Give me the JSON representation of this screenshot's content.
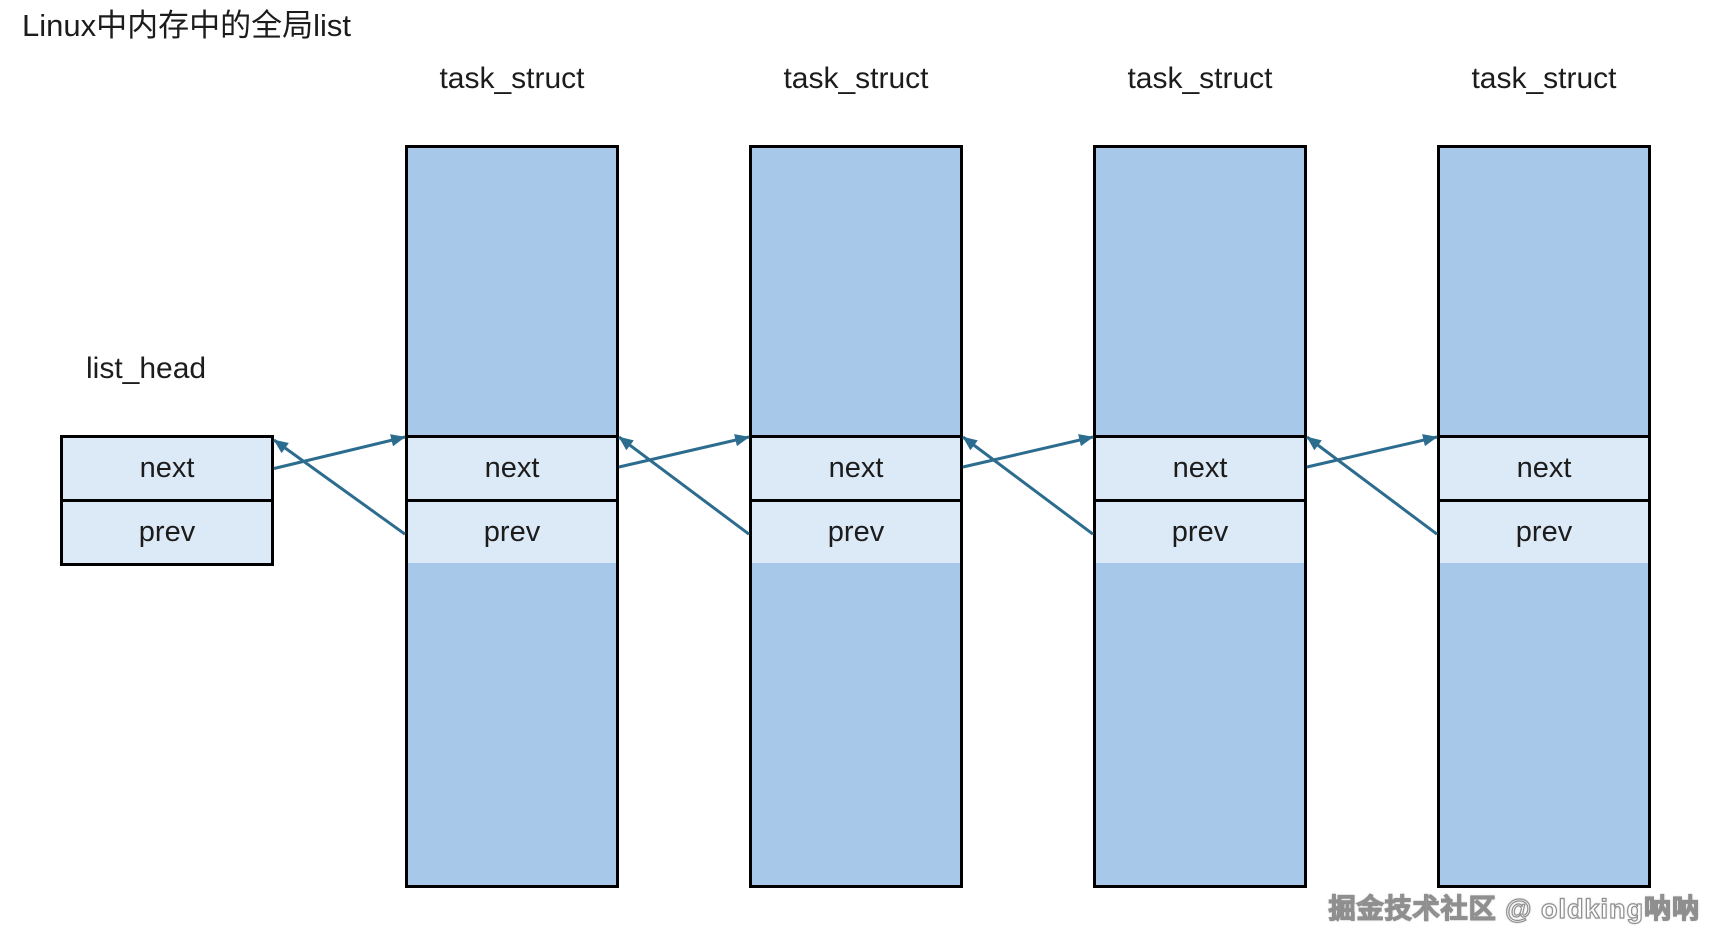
{
  "title": "Linux中内存中的全局list",
  "watermark": "掘金技术社区 @ oldking呐呐",
  "list_head": {
    "id": "list_head",
    "label": "list_head",
    "next_label": "next",
    "prev_label": "prev"
  },
  "nodes": [
    {
      "id": "task_struct_1",
      "label": "task_struct",
      "next_label": "next",
      "prev_label": "prev"
    },
    {
      "id": "task_struct_2",
      "label": "task_struct",
      "next_label": "next",
      "prev_label": "prev"
    },
    {
      "id": "task_struct_3",
      "label": "task_struct",
      "next_label": "next",
      "prev_label": "prev"
    },
    {
      "id": "task_struct_4",
      "label": "task_struct",
      "next_label": "next",
      "prev_label": "prev"
    }
  ],
  "links": [
    {
      "from": "list_head",
      "to": "task_struct_1",
      "type": "next"
    },
    {
      "from": "task_struct_1",
      "to": "list_head",
      "type": "prev"
    },
    {
      "from": "task_struct_1",
      "to": "task_struct_2",
      "type": "next"
    },
    {
      "from": "task_struct_2",
      "to": "task_struct_1",
      "type": "prev"
    },
    {
      "from": "task_struct_2",
      "to": "task_struct_3",
      "type": "next"
    },
    {
      "from": "task_struct_3",
      "to": "task_struct_2",
      "type": "prev"
    },
    {
      "from": "task_struct_3",
      "to": "task_struct_4",
      "type": "next"
    },
    {
      "from": "task_struct_4",
      "to": "task_struct_3",
      "type": "prev"
    }
  ],
  "colors": {
    "node_fill": "#a8c8ea",
    "pointer_fill": "#dce9f6",
    "border": "#000000",
    "arrow": "#2c6c8e",
    "text": "#1c1c1c",
    "watermark_outline": "#8f8f8f"
  }
}
